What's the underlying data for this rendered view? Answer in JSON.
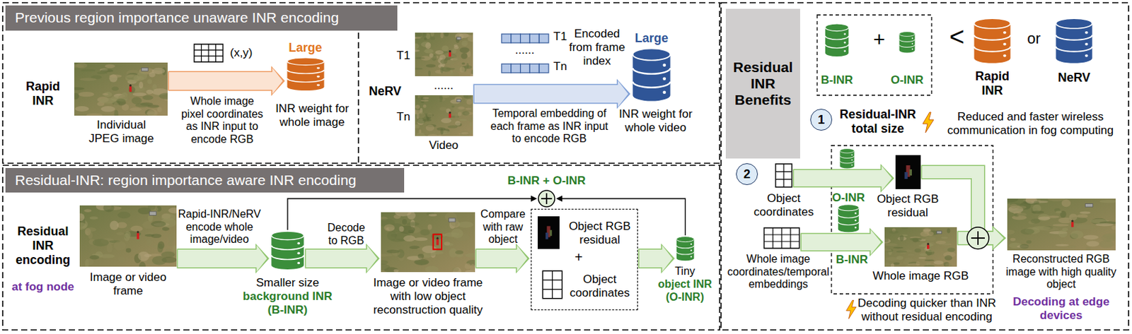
{
  "diagram": {
    "nodes": [
      {
        "text": [
          "Previous region importance unaware INR encoding"
        ]
      },
      {
        "text": [
          "Individual JPEG image"
        ]
      },
      {
        "text": [
          "Large",
          "INR weight for whole image"
        ]
      },
      {
        "text": [
          "Video"
        ]
      },
      {
        "text": [
          "Large",
          "INR weight for whole video"
        ]
      },
      {
        "text": [
          "Residual-INR: region importance aware INR encoding"
        ]
      },
      {
        "text": [
          "Image or video frame"
        ]
      },
      {
        "text": [
          "Smaller size",
          "background INR (B-INR)"
        ]
      },
      {
        "text": [
          "Image or video frame with low object reconstruction quality"
        ]
      },
      {
        "text": [
          "Object RGB residual",
          "+",
          "Object coordinates"
        ]
      },
      {
        "text": [
          "Tiny",
          "object INR (O-INR)"
        ]
      },
      {
        "text": [
          "B-INR + O-INR"
        ]
      },
      {
        "text": [
          "Residual INR Benefits"
        ]
      },
      {
        "text": [
          "B-INR"
        ]
      },
      {
        "text": [
          "O-INR"
        ]
      },
      {
        "text": [
          "Rapid INR"
        ]
      },
      {
        "text": [
          "NeRV"
        ]
      },
      {
        "text": [
          "1"
        ]
      },
      {
        "text": [
          "2"
        ]
      },
      {
        "text": [
          "Object coordinates"
        ]
      },
      {
        "text": [
          "Whole image coordinates/temporal embeddings"
        ]
      },
      {
        "text": [
          "Object RGB residual"
        ]
      },
      {
        "text": [
          "Whole image RGB"
        ]
      },
      {
        "text": [
          "Reconstructed RGB image with high quality object"
        ]
      }
    ],
    "edges": [
      {
        "from": 1,
        "to": 2,
        "arrow": "to",
        "label": "Whole image pixel coordinates as INR input to encode RGB"
      },
      {
        "from": 3,
        "to": 4,
        "arrow": "to",
        "label": "Temporal embedding of each frame as INR input to encode RGB"
      },
      {
        "from": 6,
        "to": 7,
        "arrow": "to",
        "label": "Rapid-INR/NeRV encode whole image/video"
      },
      {
        "from": 7,
        "to": 8,
        "arrow": "to",
        "label": "Decode to RGB"
      },
      {
        "from": 8,
        "to": 9,
        "arrow": "to",
        "label": "Compare with raw object"
      },
      {
        "from": 9,
        "to": 10,
        "arrow": "to"
      },
      {
        "from": 7,
        "to": 11,
        "arrow": "to"
      },
      {
        "from": 10,
        "to": 11,
        "arrow": "to"
      },
      {
        "from": 19,
        "to": 21,
        "arrow": "to",
        "label": "O-INR"
      },
      {
        "from": 20,
        "to": 22,
        "arrow": "to",
        "label": "B-INR"
      },
      {
        "from": 21,
        "to": 23,
        "arrow": "to"
      },
      {
        "from": 22,
        "to": 23,
        "arrow": "to"
      }
    ],
    "labels": [
      "Rapid INR",
      "(x,y)",
      "NeRV",
      "T1",
      "......",
      "Tn",
      "T1",
      "......",
      "Tn",
      "Encoded from frame index",
      "Residual INR encoding",
      "at fog node",
      "+",
      "<",
      "or",
      "Residual-INR total size",
      "Reduced and faster wireless communication in fog computing",
      "Decoding quicker than INR without residual encoding",
      "Decoding at edge devices"
    ]
  }
}
